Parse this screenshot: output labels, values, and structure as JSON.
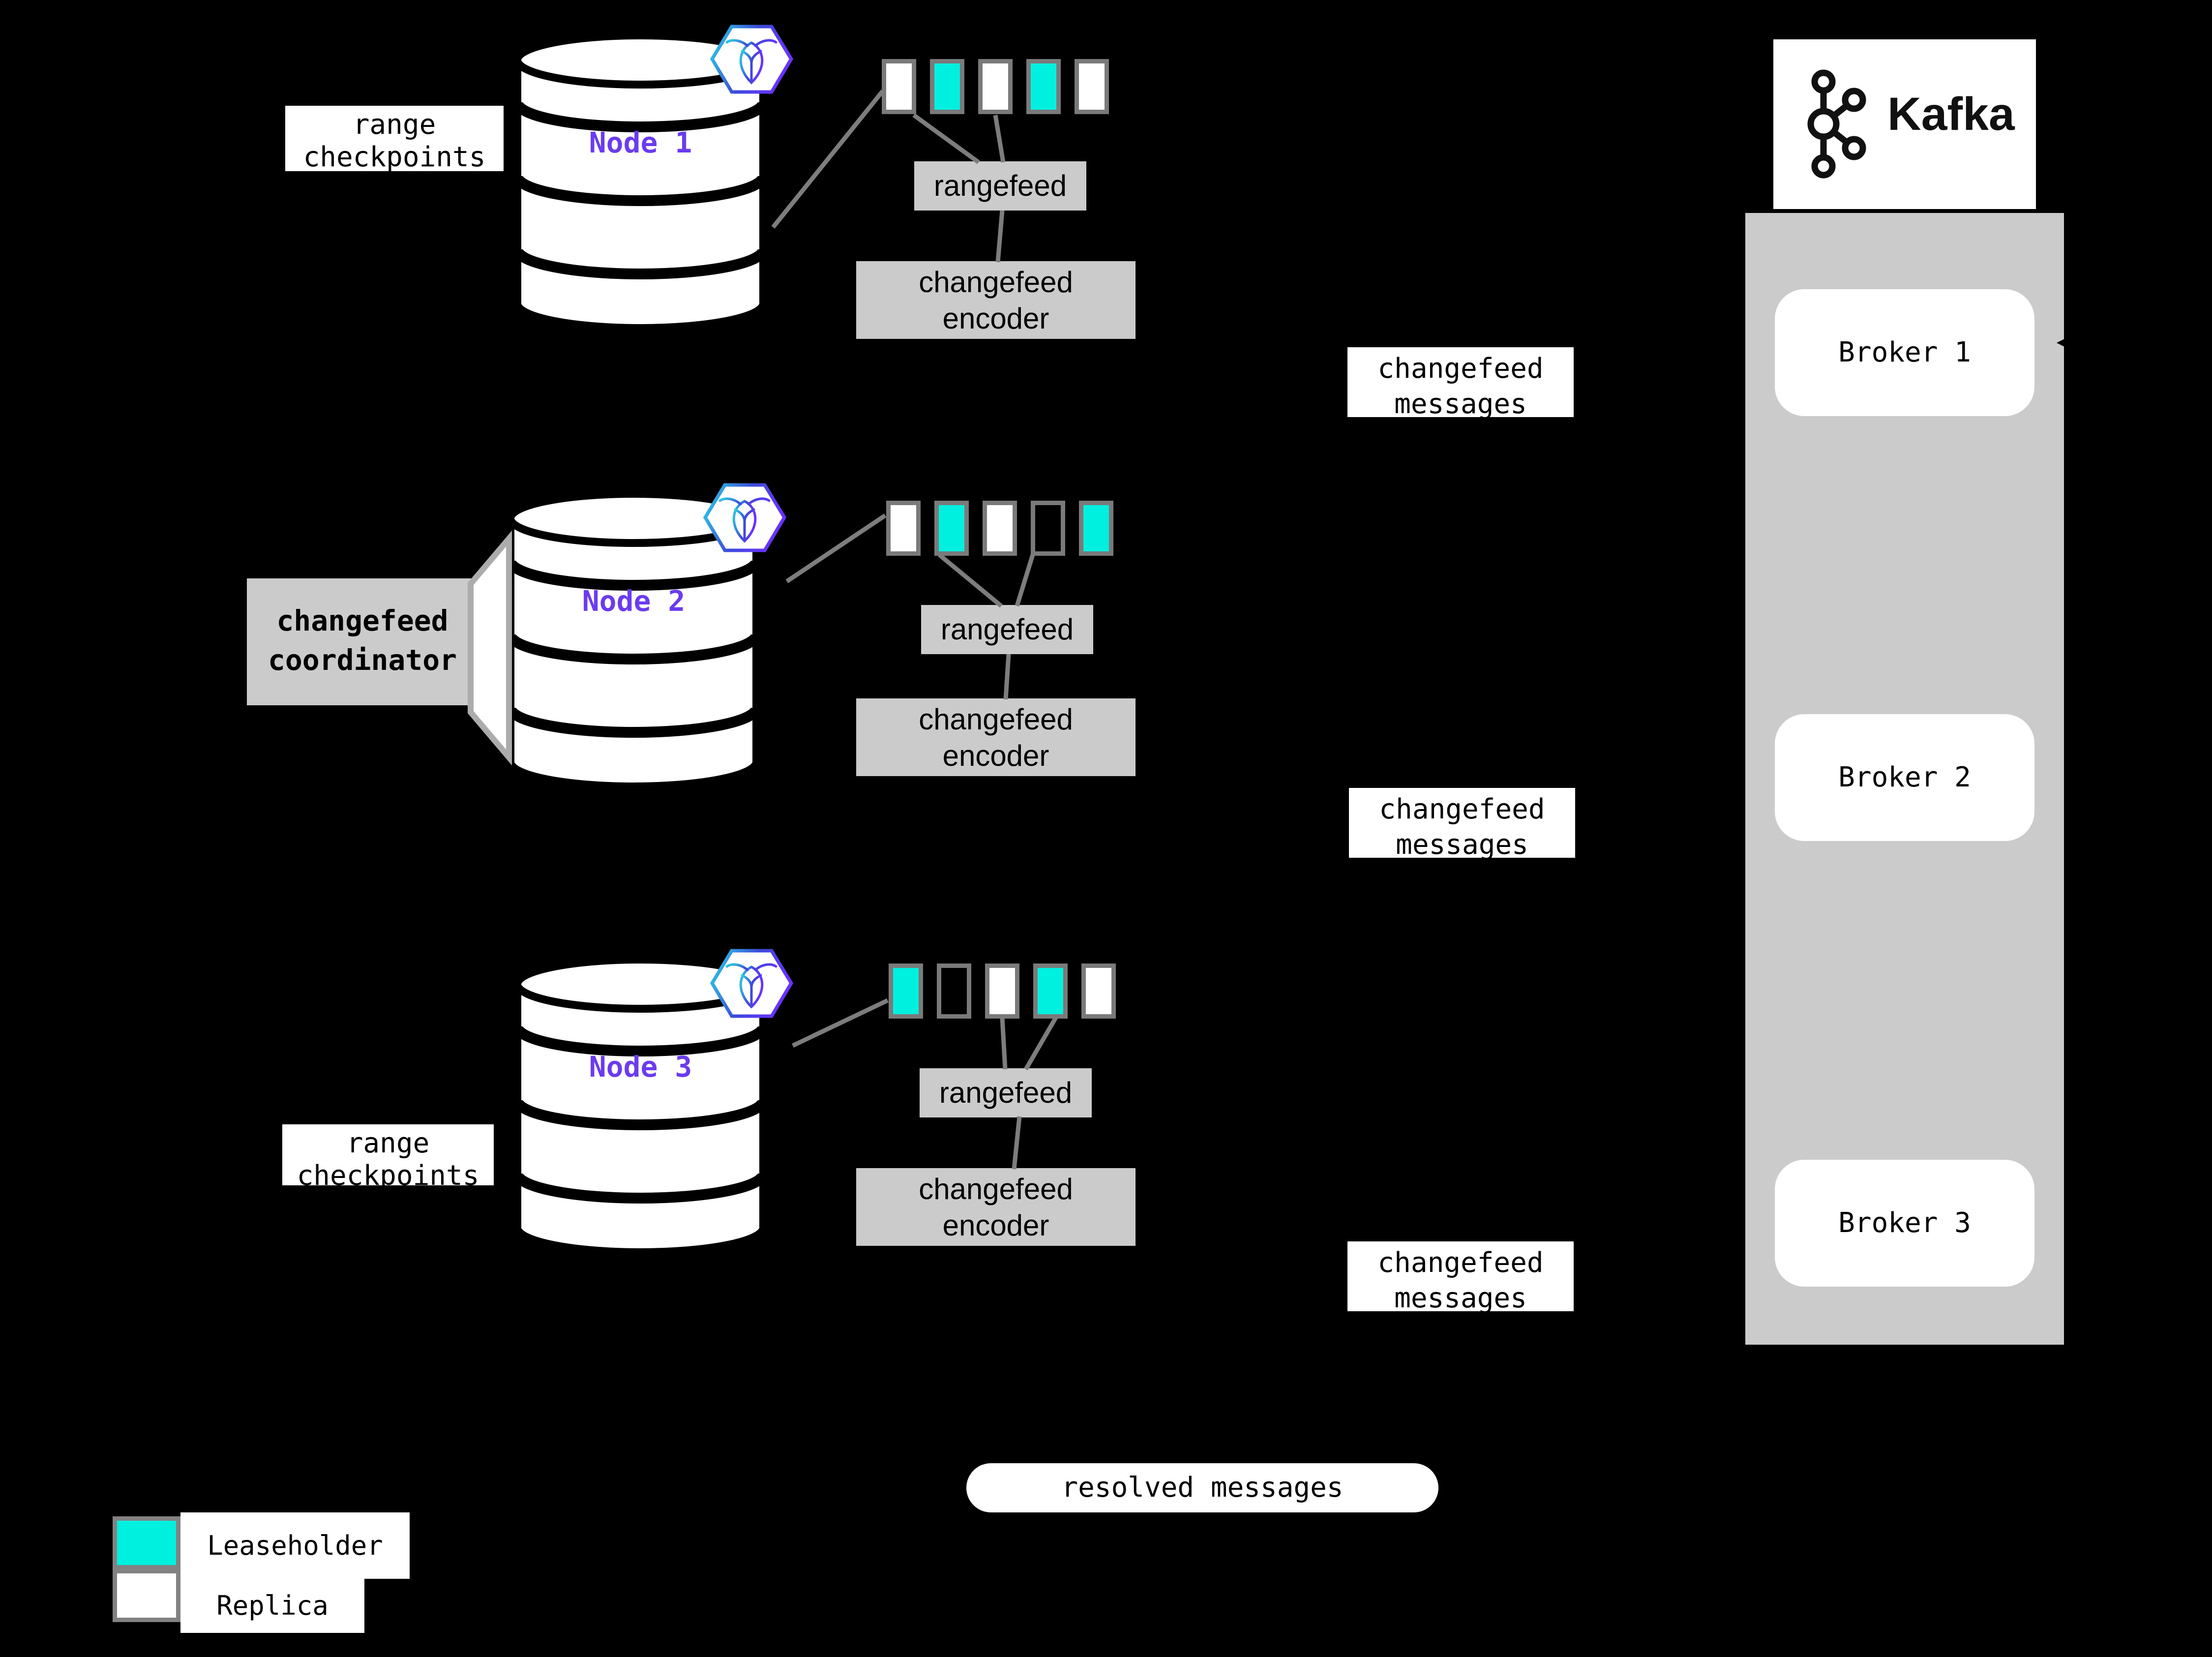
{
  "colors": {
    "background": "#000000",
    "leaseholder_teal": "#00F0E0",
    "replica_white": "#FFFFFF",
    "node_label_purple": "#6B3BF0",
    "process_box_gray": "#CBCBCB",
    "range_border_gray": "#7A7A7A",
    "connector_gray": "#7D7D7D"
  },
  "nodes": [
    {
      "name": "Node 1",
      "ranges": [
        "replica",
        "leaseholder",
        "replica",
        "leaseholder",
        "replica"
      ]
    },
    {
      "name": "Node 2",
      "ranges": [
        "replica",
        "leaseholder",
        "replica",
        "empty",
        "leaseholder"
      ]
    },
    {
      "name": "Node 3",
      "ranges": [
        "leaseholder",
        "empty",
        "replica",
        "leaseholder",
        "replica"
      ]
    }
  ],
  "labels": {
    "rangefeed": "rangefeed",
    "changefeed_encoder_line1": "changefeed",
    "changefeed_encoder_line2": "encoder",
    "changefeed_messages_line1": "changefeed",
    "changefeed_messages_line2": "messages",
    "range_checkpoints_line1": "range",
    "range_checkpoints_line2": "checkpoints",
    "changefeed_coordinator_line1": "changefeed",
    "changefeed_coordinator_line2": "coordinator",
    "resolved_messages": "resolved messages"
  },
  "kafka": {
    "title": "Kafka",
    "brokers": [
      "Broker 1",
      "Broker 2",
      "Broker 3"
    ]
  },
  "legend": [
    {
      "swatch": "leaseholder",
      "label": "Leaseholder"
    },
    {
      "swatch": "replica",
      "label": "Replica"
    }
  ]
}
